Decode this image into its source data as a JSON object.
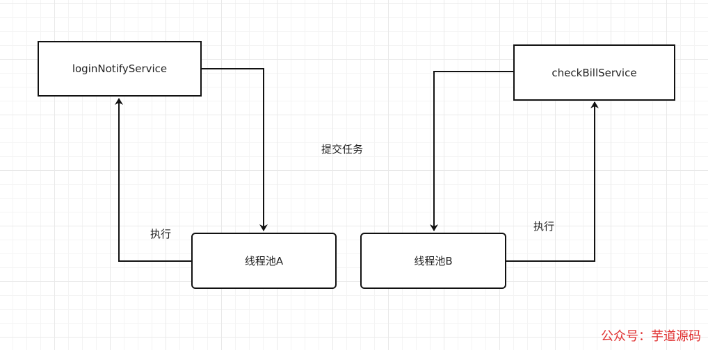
{
  "nodes": {
    "login_notify_service": "loginNotifyService",
    "check_bill_service": "checkBillService",
    "thread_pool_a": "线程池A",
    "thread_pool_b": "线程池B"
  },
  "edge_labels": {
    "submit_task": "提交任务",
    "execute_left": "执行",
    "execute_right": "执行"
  },
  "watermark": "公众号：芋道源码",
  "colors": {
    "line": "#111111",
    "watermark": "#e03030"
  }
}
